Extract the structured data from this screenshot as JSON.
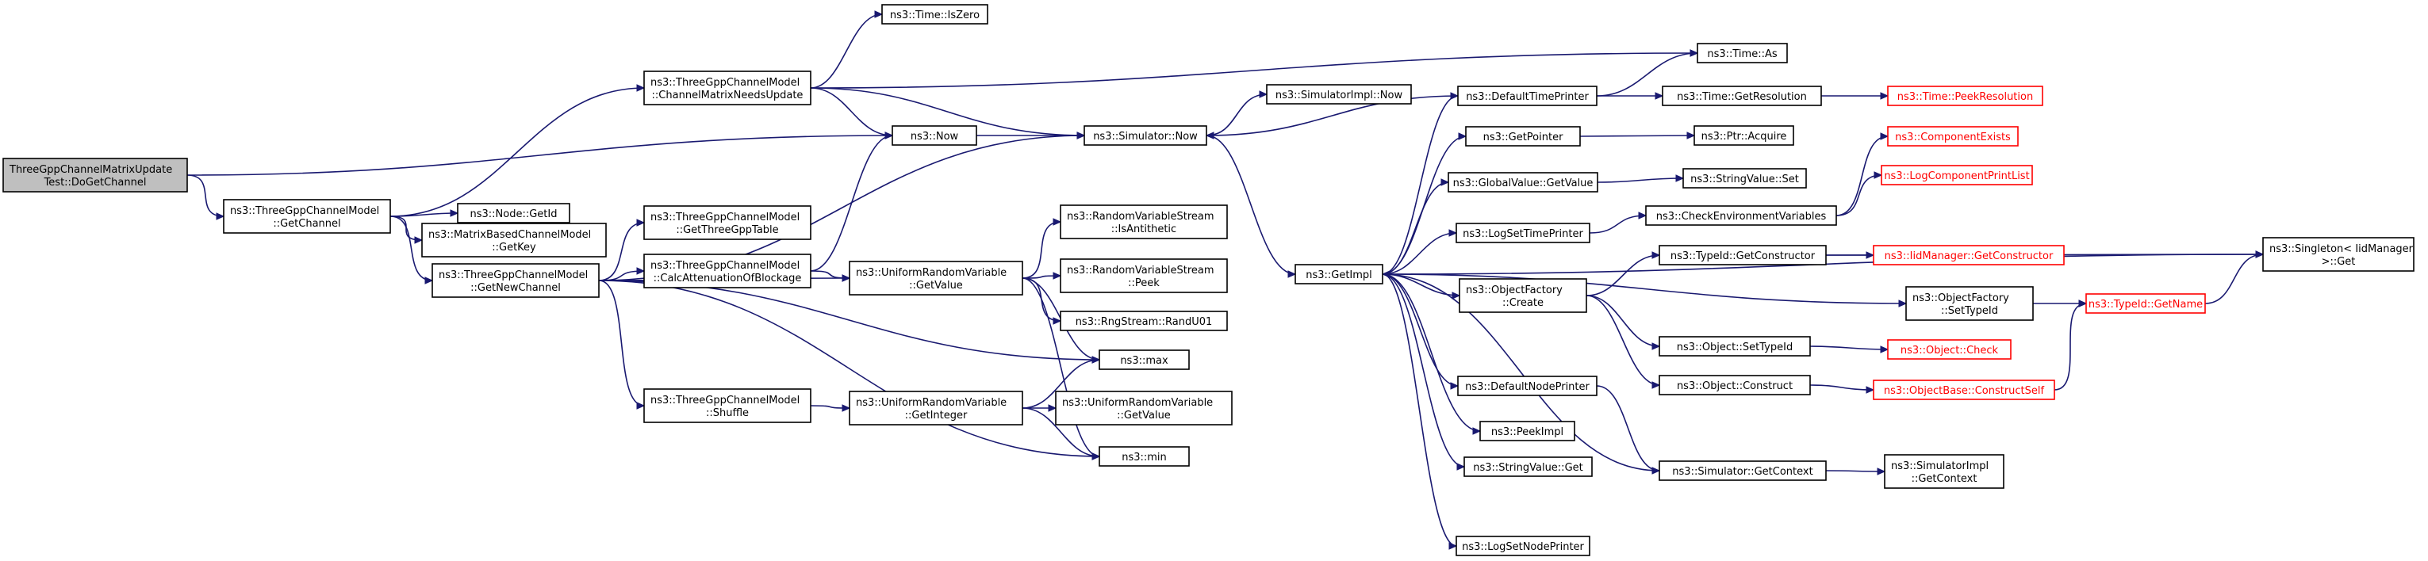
{
  "colors": {
    "edge": "#191970",
    "root_fill": "#bfbfbf",
    "truncated": "#ff0000"
  },
  "nodes": {
    "root": [
      "ThreeGppChannelMatrixUpdate",
      "Test::DoGetChannel"
    ],
    "getchannel": [
      "ns3::ThreeGppChannelModel",
      "::GetChannel"
    ],
    "needsupdate": [
      "ns3::ThreeGppChannelModel",
      "::ChannelMatrixNeedsUpdate"
    ],
    "iszero": [
      "ns3::Time::IsZero"
    ],
    "now": [
      "ns3::Now"
    ],
    "simnow": [
      "ns3::Simulator::Now"
    ],
    "simimplnow": [
      "ns3::SimulatorImpl::Now"
    ],
    "nodegetid": [
      "ns3::Node::GetId"
    ],
    "getkey": [
      "ns3::MatrixBasedChannelModel",
      "::GetKey"
    ],
    "getnewchannel": [
      "ns3::ThreeGppChannelModel",
      "::GetNewChannel"
    ],
    "getthreegpptable": [
      "ns3::ThreeGppChannelModel",
      "::GetThreeGppTable"
    ],
    "calcattenuation": [
      "ns3::ThreeGppChannelModel",
      "::CalcAttenuationOfBlockage"
    ],
    "shuffle": [
      "ns3::ThreeGppChannelModel",
      "::Shuffle"
    ],
    "urvgetvalue": [
      "ns3::UniformRandomVariable",
      "::GetValue"
    ],
    "urvgetinteger": [
      "ns3::UniformRandomVariable",
      "::GetInteger"
    ],
    "isantithetic": [
      "ns3::RandomVariableStream",
      "::IsAntithetic"
    ],
    "peek": [
      "ns3::RandomVariableStream",
      "::Peek"
    ],
    "randu01": [
      "ns3::RngStream::RandU01"
    ],
    "max": [
      "ns3::max"
    ],
    "min": [
      "ns3::min"
    ],
    "urvgetvalue2": [
      "ns3::UniformRandomVariable",
      "::GetValue"
    ],
    "getimpl": [
      "ns3::GetImpl"
    ],
    "defaulttimeprinter": [
      "ns3::DefaultTimePrinter"
    ],
    "getpointer": [
      "ns3::GetPointer"
    ],
    "globalvalue": [
      "ns3::GlobalValue::GetValue"
    ],
    "logsettimeprinter": [
      "ns3::LogSetTimePrinter"
    ],
    "objfactorycreate": [
      "ns3::ObjectFactory",
      "::Create"
    ],
    "defaultnodeprinter": [
      "ns3::DefaultNodePrinter"
    ],
    "peekimpl": [
      "ns3::PeekImpl"
    ],
    "stringvalueget": [
      "ns3::StringValue::Get"
    ],
    "logsetnodeprinter": [
      "ns3::LogSetNodePrinter"
    ],
    "timeas": [
      "ns3::Time::As"
    ],
    "getresolution": [
      "ns3::Time::GetResolution"
    ],
    "peekresolution": [
      "ns3::Time::PeekResolution"
    ],
    "ptracquire": [
      "ns3::Ptr::Acquire"
    ],
    "stringvalueset": [
      "ns3::StringValue::Set"
    ],
    "checkenv": [
      "ns3::CheckEnvironmentVariables"
    ],
    "componentexists": [
      "ns3::ComponentExists"
    ],
    "logcomponentprintlist": [
      "ns3::LogComponentPrintList"
    ],
    "typeidgetconstructor": [
      "ns3::TypeId::GetConstructor"
    ],
    "iidgetconstructor": [
      "ns3::IidManager::GetConstructor"
    ],
    "settypeid": [
      "ns3::ObjectFactory",
      "::SetTypeId"
    ],
    "typeidgetname": [
      "ns3::TypeId::GetName"
    ],
    "singleton": [
      "ns3::Singleton< IidManager",
      " >::Get"
    ],
    "objsettypeid": [
      "ns3::Object::SetTypeId"
    ],
    "objcheck": [
      "ns3::Object::Check"
    ],
    "objconstruct": [
      "ns3::Object::Construct"
    ],
    "constructself": [
      "ns3::ObjectBase::ConstructSelf"
    ],
    "simgetcontext": [
      "ns3::Simulator::GetContext"
    ],
    "simimplgetcontext": [
      "ns3::SimulatorImpl",
      "::GetContext"
    ]
  }
}
